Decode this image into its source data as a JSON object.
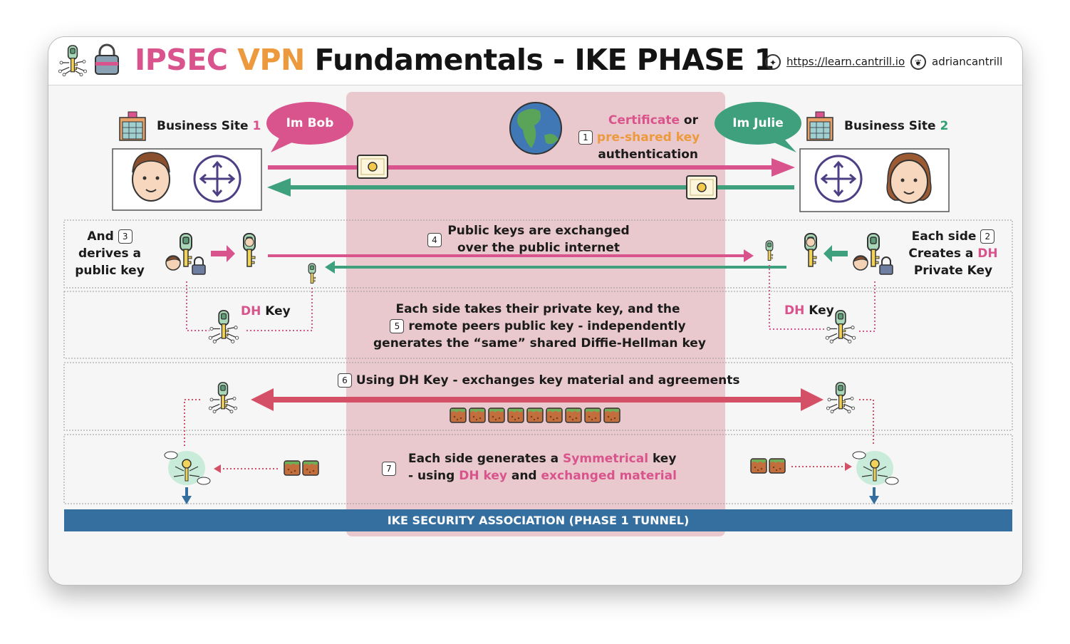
{
  "header": {
    "title_part1": "IPSEC",
    "title_part2": "VPN",
    "title_part3": "Fundamentals - IKE PHASE 1",
    "website": "https://learn.cantrill.io",
    "twitter": "adriancantrill",
    "website_icon": "compass-icon",
    "twitter_icon": "bird-icon"
  },
  "site1": {
    "label": "Business Site",
    "number": "1",
    "speech": "Im Bob"
  },
  "site2": {
    "label": "Business Site",
    "number": "2",
    "speech": "Im Julie"
  },
  "step1": {
    "num": "1",
    "certificate": "Certificate",
    "or": "or",
    "psk": "pre-shared key",
    "auth": "authentication"
  },
  "step2": {
    "num": "2",
    "line1": "Each side",
    "line2a": "Creates a",
    "line2b": "DH",
    "line3": "Private Key"
  },
  "step3": {
    "num": "3",
    "line1": "And",
    "line2": "derives a",
    "line3": "public key"
  },
  "step4": {
    "num": "4",
    "line1": "Public keys are exchanged",
    "line2": "over the public internet"
  },
  "dh_key": {
    "dh": "DH",
    "key": "Key"
  },
  "step5": {
    "num": "5",
    "line1": "Each side takes their private key, and the",
    "line2": "remote peers public key - independently",
    "line3": "generates the “same” shared Diffie-Hellman key"
  },
  "step6": {
    "num": "6",
    "text": "Using DH Key - exchanges key material and agreements"
  },
  "step7": {
    "num": "7",
    "l1a": "Each side generates a",
    "l1b": "Symmetrical",
    "l1c": "key",
    "l2a": "- using",
    "l2b": "DH key",
    "l2c": "and",
    "l2d": "exchanged material"
  },
  "tunnel": {
    "label": "IKE SECURITY ASSOCIATION (PHASE 1 TUNNEL)"
  },
  "colors": {
    "pink": "#d9548c",
    "orange": "#ec9a3d",
    "green": "#3fa07e",
    "red": "#d45067",
    "blue": "#356f9f",
    "panel": "#e8c4c9"
  }
}
